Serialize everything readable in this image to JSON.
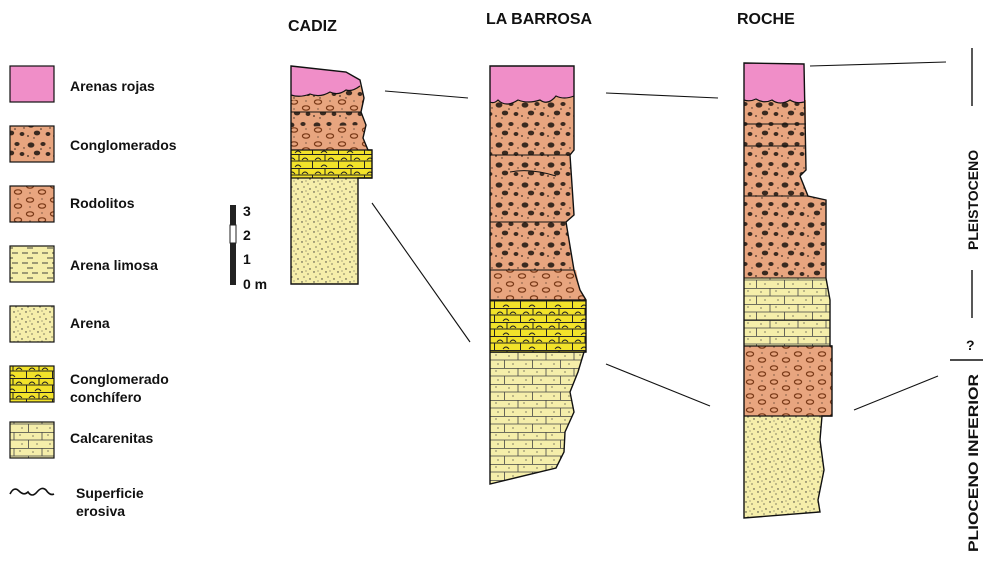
{
  "columns": [
    {
      "id": "cadiz",
      "title": "CADIZ"
    },
    {
      "id": "barrosa",
      "title": "LA BARROSA"
    },
    {
      "id": "roche",
      "title": "ROCHE"
    }
  ],
  "legend": [
    {
      "id": "arenas-rojas",
      "label": "Arenas rojas",
      "pattern": "pat-rojas"
    },
    {
      "id": "conglomerados",
      "label": "Conglomerados",
      "pattern": "pat-congl"
    },
    {
      "id": "rodolitos",
      "label": "Rodolitos",
      "pattern": "pat-rodol"
    },
    {
      "id": "arena-limosa",
      "label": "Arena limosa",
      "pattern": "pat-limosa"
    },
    {
      "id": "arena",
      "label": "Arena",
      "pattern": "pat-arena"
    },
    {
      "id": "conglomerado-conchifero",
      "label": [
        "Conglomerado",
        "conchífero"
      ],
      "pattern": "pat-conchi"
    },
    {
      "id": "calcarenitas",
      "label": "Calcarenitas",
      "pattern": "pat-calca"
    },
    {
      "id": "superficie-erosiva",
      "label": [
        "Superficie",
        "erosiva"
      ],
      "pattern": "line"
    }
  ],
  "scale": {
    "ticks": [
      "3",
      "2",
      "1",
      "0 m"
    ]
  },
  "periods": {
    "upper": "PLEISTOCENO",
    "uncertain": "?",
    "lower": "PLIOCENO INFERIOR"
  },
  "colors": {
    "rojas": "#f08ec8",
    "congl": "#e8a57f",
    "limosa": "#f5eeaa",
    "arena": "#f5eeaa",
    "conchi": "#f2e22a",
    "calca": "#f5eeaa"
  }
}
